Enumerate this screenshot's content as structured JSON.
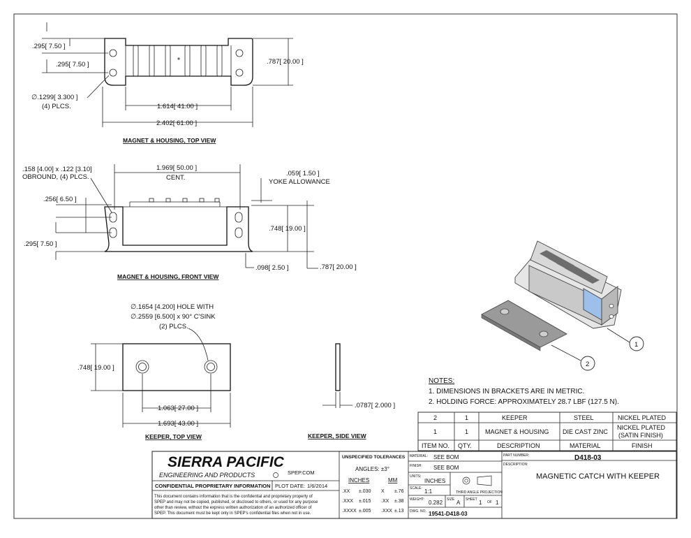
{
  "top_view": {
    "title": "MAGNET & HOUSING, TOP VIEW",
    "d1": ".295[ 7.50 ]",
    "d2": ".295[ 7.50 ]",
    "d3": ".787[ 20.00 ]",
    "hole": "∅.1299[ 3.300 ]",
    "hole_qty": "(4) PLCS.",
    "d4": "1.614[ 41.00 ]",
    "d5": "2.402[ 61.00 ]"
  },
  "front_view": {
    "title": "MAGNET & HOUSING, FRONT VIEW",
    "obround1": ".158 [4.00] x .122 [3.10]",
    "obround2": "OBROUND, (4) PLCS.",
    "cent": "1.969[ 50.00 ]",
    "cent_label": "CENT.",
    "yoke": ".059[ 1.50 ]",
    "yoke_label": "YOKE ALLOWANCE",
    "d1": ".256[ 6.50 ]",
    "d2": ".295[ 7.50 ]",
    "d3": ".748[ 19.00 ]",
    "d4": ".098[ 2.50 ]",
    "d5": ".787[ 20.00 ]"
  },
  "keeper_top": {
    "title": "KEEPER, TOP VIEW",
    "note1": "∅.1654 [4.200] HOLE WITH",
    "note2": "∅.2559 [6.500] x 90° C'SINK",
    "note3": "(2) PLCS.",
    "d1": ".748[ 19.00 ]",
    "d2": "1.063[ 27.00 ]",
    "d3": "1.693[ 43.00 ]"
  },
  "keeper_side": {
    "title": "KEEPER, SIDE VIEW",
    "d1": ".0787[ 2.000 ]"
  },
  "balloons": [
    "1",
    "2"
  ],
  "notes": {
    "heading": "NOTES:",
    "items": [
      "1.   DIMENSIONS IN BRACKETS ARE IN METRIC.",
      "2.   HOLDING FORCE: APPROXIMATELY 28.7 LBF (127.5 N)."
    ]
  },
  "bom": {
    "rows": [
      [
        "2",
        "1",
        "KEEPER",
        "STEEL",
        "NICKEL PLATED"
      ],
      [
        "1",
        "1",
        "MAGNET & HOUSING",
        "DIE CAST ZINC",
        "NICKEL PLATED\n(SATIN FINISH)"
      ]
    ],
    "headers": [
      "ITEM NO.",
      "QTY.",
      "DESCRIPTION",
      "MATERIAL",
      "FINISH"
    ]
  },
  "title_block": {
    "company": "SIERRA PACIFIC",
    "company_sub": "ENGINEERING AND PRODUCTS",
    "website": "SPEP.COM",
    "confidential": "CONFIDENTIAL PROPRIETARY INFORMATION",
    "plot_label": "PLOT DATE:",
    "plot_date": "1/6/2014",
    "legal": [
      "This document contains information that is the confidential and proprietary property of",
      "SPEP and may not be copied, published, or disclosed to others, or used for any purpose",
      "other than review, without the express written authorization of an authorized officer of",
      "SPEP. This document must be kept only in SPEP's confidential files when not in use."
    ],
    "tol_heading": "UNSPECIFIED TOLERANCES",
    "angles": "ANGLES: ±3°",
    "inches_h": "INCHES",
    "mm_h": "MM",
    "tol_rows": [
      [
        ".XX",
        "±.030",
        "X",
        "±.76"
      ],
      [
        ".XXX",
        "±.015",
        ".XX",
        "±.38"
      ],
      [
        ".XXXX",
        "±.005",
        ".XXX",
        "±.13"
      ]
    ],
    "material_label": "MATERIAL:",
    "material": "SEE BOM",
    "finish_label": "FINISH:",
    "finish": "SEE BOM",
    "units_label": "UNITS:",
    "units": "INCHES",
    "scale_label": "SCALE:",
    "scale": "1:1",
    "projection": "THIRD ANGLE PROJECTION",
    "weight_label": "WEIGHT:",
    "weight": "0.282",
    "size_label": "SIZE",
    "size": "A",
    "sheet_label": "SHEET",
    "sheet": "1",
    "of_label": "OF",
    "sheet_total": "1",
    "dwg_label": "DWG. NO.",
    "dwg": "19541-D418-03",
    "part_label": "PART NUMBER:",
    "part": "D418-03",
    "desc_label": "DESCRIPTION:",
    "description": "MAGNETIC CATCH WITH KEEPER"
  }
}
